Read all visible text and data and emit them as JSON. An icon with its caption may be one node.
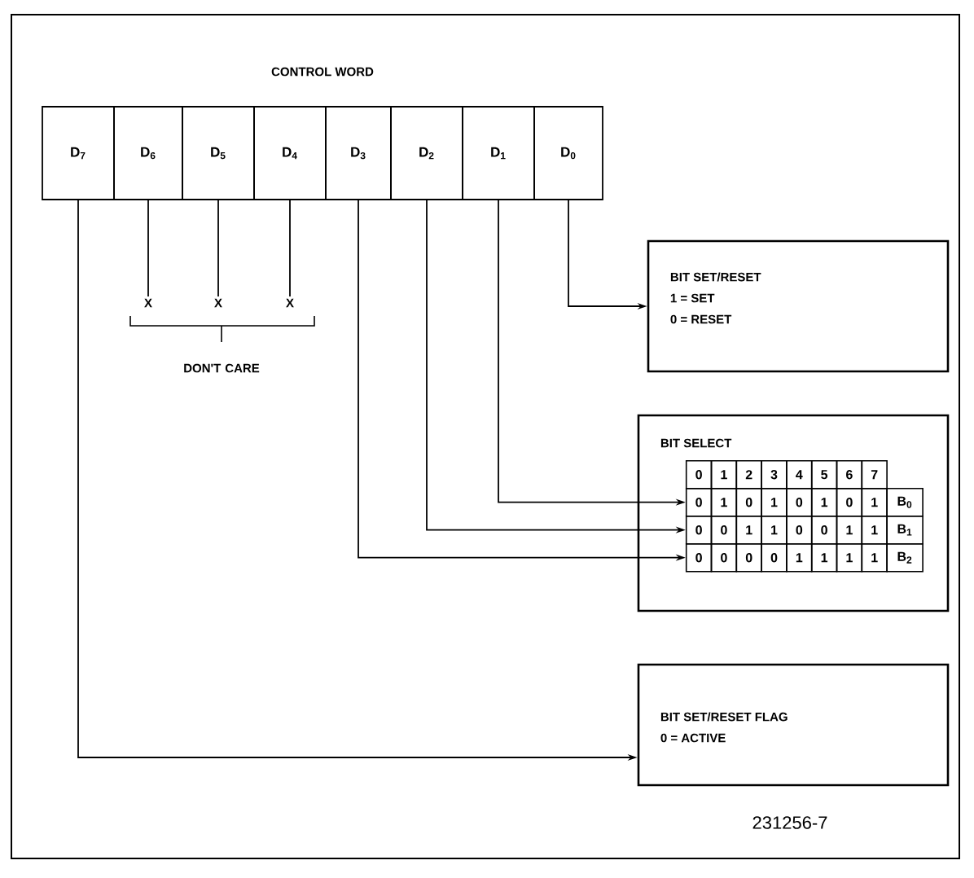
{
  "diagram": {
    "title": "CONTROL WORD",
    "nodes": [
      {
        "text": [
          "D$_{7}$"
        ]
      },
      {
        "text": [
          "D$_{6}$"
        ]
      },
      {
        "text": [
          "D$_{5}$"
        ]
      },
      {
        "text": [
          "D$_{4}$"
        ]
      },
      {
        "text": [
          "D$_{3}$"
        ]
      },
      {
        "text": [
          "D$_{2}$"
        ]
      },
      {
        "text": [
          "D$_{1}$"
        ]
      },
      {
        "text": [
          "D$_{0}$"
        ]
      },
      {
        "text": [
          "X"
        ]
      },
      {
        "text": [
          "X"
        ]
      },
      {
        "text": [
          "X"
        ]
      },
      {
        "text": [
          "BIT SET/RESET",
          "1 = SET",
          "0 = RESET"
        ]
      },
      {
        "text": [
          "BIT SELECT"
        ]
      },
      {
        "text": [
          "0",
          "1",
          "2",
          "3",
          "4",
          "5",
          "6",
          "7"
        ],
        "in": 12
      },
      {
        "text": [
          "0",
          "1",
          "0",
          "1",
          "0",
          "1",
          "0",
          "1",
          "B$_{0}$"
        ],
        "in": 12
      },
      {
        "text": [
          "0",
          "0",
          "1",
          "1",
          "0",
          "0",
          "1",
          "1",
          "B$_{1}$"
        ],
        "in": 12
      },
      {
        "text": [
          "0",
          "0",
          "0",
          "0",
          "1",
          "1",
          "1",
          "1",
          "B$_{2}$"
        ],
        "in": 12
      },
      {
        "text": [
          "BIT SET/RESET FLAG",
          "0 = ACTIVE"
        ]
      }
    ],
    "edges": [
      {
        "from": 1,
        "to": 8,
        "arrow": "none"
      },
      {
        "from": 2,
        "to": 9,
        "arrow": "none"
      },
      {
        "from": 3,
        "to": 10,
        "arrow": "none"
      },
      {
        "from": 7,
        "to": 11,
        "arrow": "to"
      },
      {
        "from": 6,
        "to": 14,
        "arrow": "to"
      },
      {
        "from": 5,
        "to": 15,
        "arrow": "to"
      },
      {
        "from": 4,
        "to": 16,
        "arrow": "to"
      },
      {
        "from": 0,
        "to": 17,
        "arrow": "to"
      }
    ],
    "labels": [
      "DON'T CARE",
      "231256-7"
    ]
  }
}
